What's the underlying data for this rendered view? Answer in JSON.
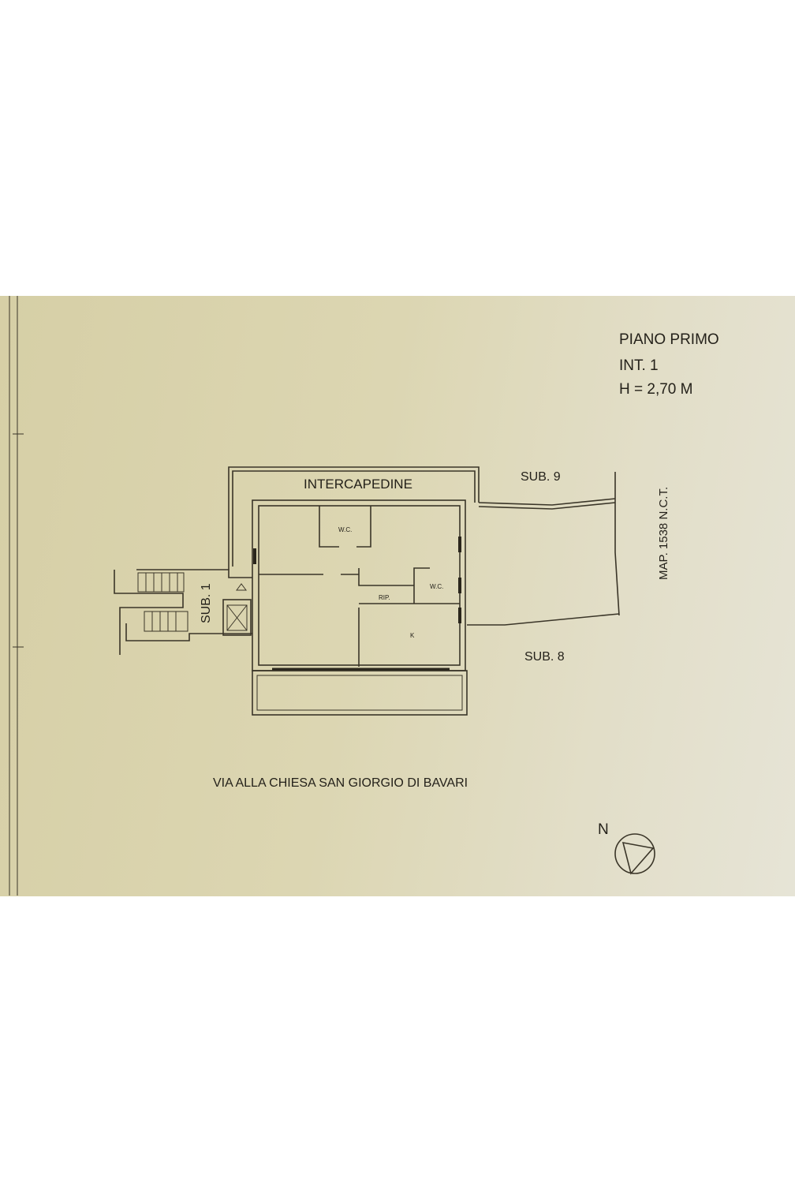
{
  "title_block": {
    "floor": "PIANO PRIMO",
    "unit": "INT. 1",
    "height": "H = 2,70 M"
  },
  "labels": {
    "intercapedine": "INTERCAPEDINE",
    "sub9": "SUB. 9",
    "sub8": "SUB. 8",
    "sub1": "SUB. 1",
    "map": "MAP. 1538 N.C.T.",
    "street": "VIA ALLA CHIESA SAN GIORGIO DI BAVARI",
    "north": "N"
  },
  "rooms": {
    "wc1": "W.C.",
    "wc2": "W.C.",
    "rip": "RIP.",
    "kitchen": "K"
  },
  "icons": [
    "north-arrow-compass-icon",
    "elevator-icon",
    "staircase-icon"
  ]
}
